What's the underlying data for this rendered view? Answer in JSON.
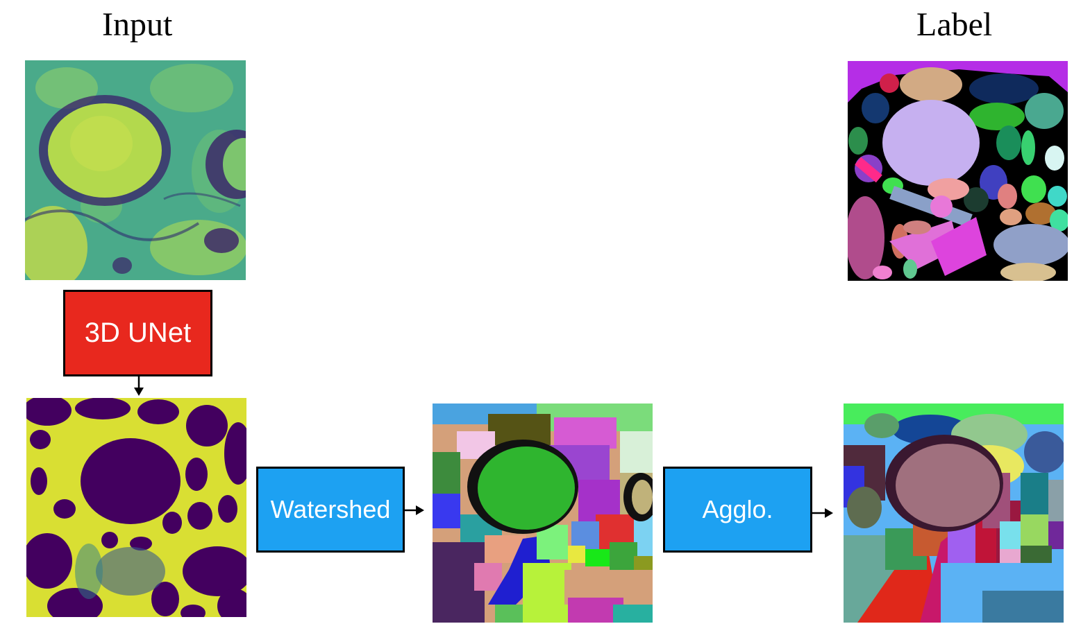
{
  "captions": {
    "input": "Input",
    "label": "Label"
  },
  "steps": [
    {
      "label": "3D UNet",
      "color": "#e8281e"
    },
    {
      "label": "Watershed",
      "color": "#1da1f2"
    },
    {
      "label": "Agglo.",
      "color": "#1da1f2"
    }
  ],
  "colors": {
    "arrow": "#000000",
    "label_background": "#b52ee6",
    "affinity_background": "#43005f",
    "affinity_foreground": "#f7e625"
  }
}
